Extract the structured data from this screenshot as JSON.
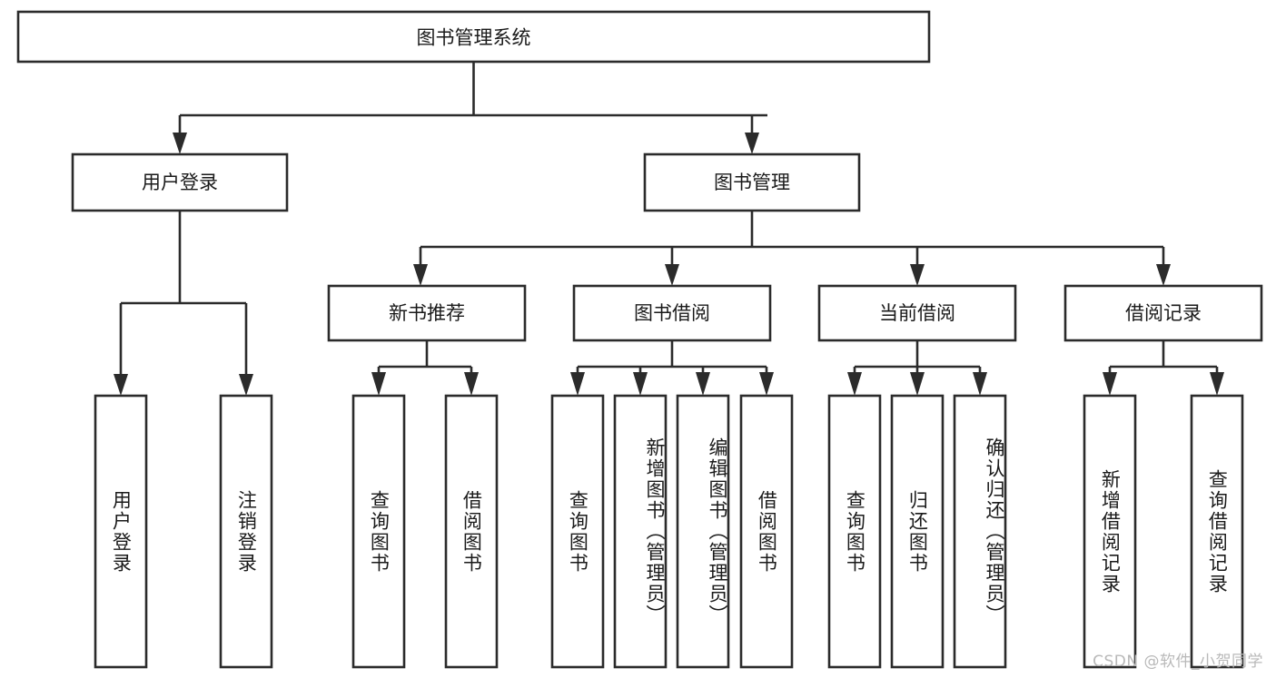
{
  "diagram": {
    "type": "tree-hierarchy-chart",
    "title": "图书管理系统",
    "root": {
      "label": "图书管理系统",
      "level": 0
    },
    "level2": [
      {
        "label": "用户登录"
      },
      {
        "label": "图书管理"
      }
    ],
    "level3": [
      {
        "label": "新书推荐",
        "parent": "图书管理"
      },
      {
        "label": "图书借阅",
        "parent": "图书管理"
      },
      {
        "label": "当前借阅",
        "parent": "图书管理"
      },
      {
        "label": "借阅记录",
        "parent": "图书管理"
      }
    ],
    "leaves": {
      "用户登录": [
        {
          "label": "用户登录"
        },
        {
          "label": "注销登录"
        }
      ],
      "新书推荐": [
        {
          "label": "查询图书"
        },
        {
          "label": "借阅图书"
        }
      ],
      "图书借阅": [
        {
          "label": "查询图书"
        },
        {
          "label": "新增图书（管理员）"
        },
        {
          "label": "编辑图书（管理员）"
        },
        {
          "label": "借阅图书"
        }
      ],
      "当前借阅": [
        {
          "label": "查询图书"
        },
        {
          "label": "归还图书"
        },
        {
          "label": "确认归还（管理员）"
        }
      ],
      "借阅记录": [
        {
          "label": "新增借阅记录"
        },
        {
          "label": "查询借阅记录"
        }
      ]
    }
  },
  "watermark": {
    "text": "CSDN @软件_小贺同学"
  },
  "colors": {
    "box_stroke": "#2b2b2b",
    "box_fill": "#ffffff",
    "text": "#1a1a1a",
    "background": "#ffffff",
    "watermark": "#b9b9b9"
  }
}
